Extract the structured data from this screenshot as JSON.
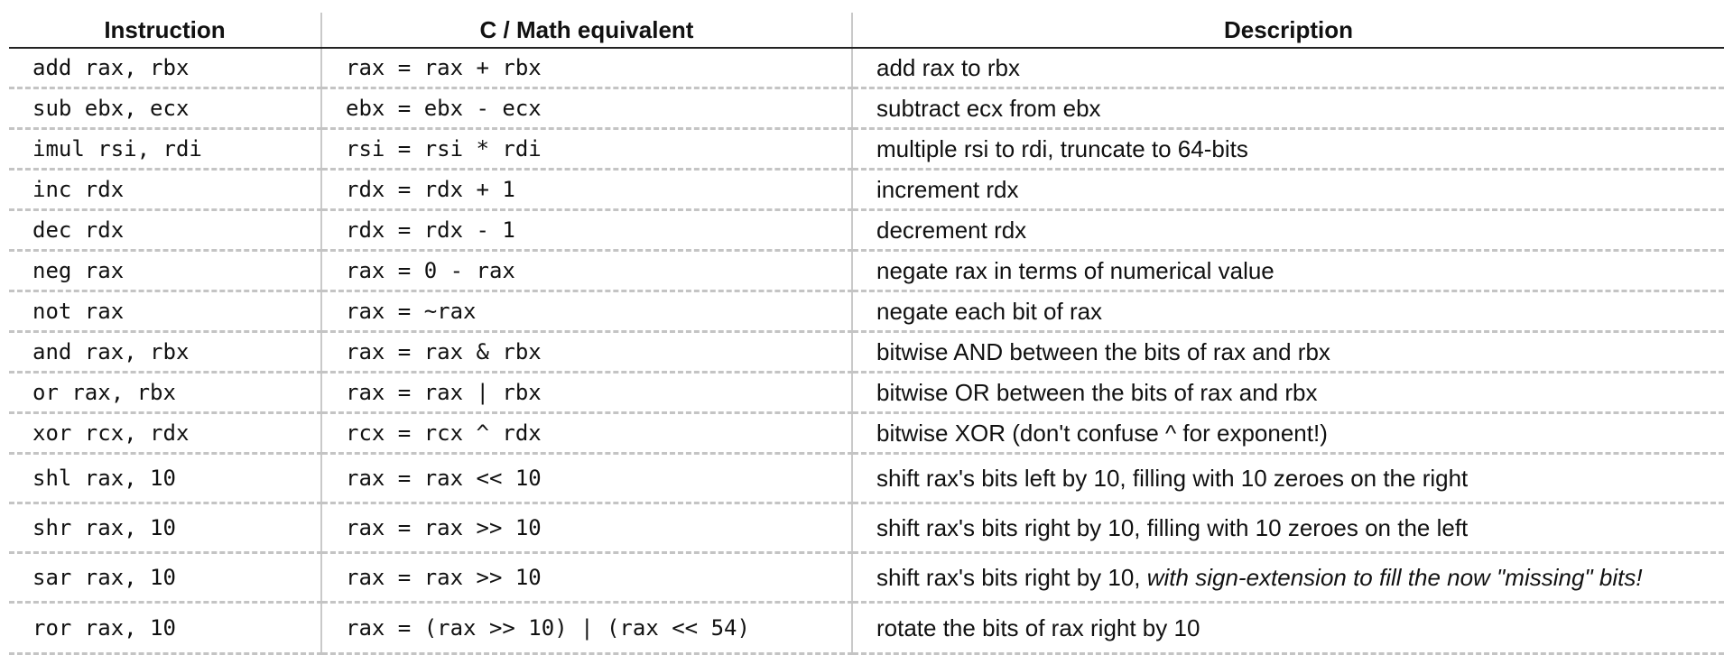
{
  "headers": {
    "instruction": "Instruction",
    "equivalent": "C / Math equivalent",
    "description": "Description"
  },
  "rows": [
    {
      "instruction": "add rax, rbx",
      "equivalent": "rax = rax + rbx",
      "description": "add rax to rbx"
    },
    {
      "instruction": "sub ebx, ecx",
      "equivalent": "ebx = ebx - ecx",
      "description": "subtract ecx from ebx"
    },
    {
      "instruction": "imul rsi, rdi",
      "equivalent": "rsi = rsi * rdi",
      "description": "multiple rsi to rdi, truncate to 64-bits"
    },
    {
      "instruction": "inc rdx",
      "equivalent": "rdx = rdx + 1",
      "description": "increment rdx"
    },
    {
      "instruction": "dec rdx",
      "equivalent": "rdx = rdx - 1",
      "description": "decrement rdx"
    },
    {
      "instruction": "neg rax",
      "equivalent": "rax = 0 - rax",
      "description": "negate rax in terms of numerical value"
    },
    {
      "instruction": "not rax",
      "equivalent": "rax = ~rax",
      "description": "negate each bit of rax"
    },
    {
      "instruction": "and rax, rbx",
      "equivalent": "rax = rax & rbx",
      "description": "bitwise AND between the bits of rax and rbx"
    },
    {
      "instruction": "or rax, rbx",
      "equivalent": "rax = rax | rbx",
      "description": "bitwise OR between the bits of rax and rbx"
    },
    {
      "instruction": "xor rcx, rdx",
      "equivalent": "rcx = rcx ^ rdx",
      "description": "bitwise XOR (don't confuse ^ for exponent!)"
    },
    {
      "instruction": "shl rax, 10",
      "equivalent": "rax = rax << 10",
      "description": "shift rax's bits left by 10, filling with 10 zeroes on the right"
    },
    {
      "instruction": "shr rax, 10",
      "equivalent": "rax = rax >> 10",
      "description": "shift rax's bits right by 10, filling with 10 zeroes on the left"
    },
    {
      "instruction": "sar rax, 10",
      "equivalent": "rax = rax >> 10",
      "description": "shift rax's bits right by 10, ",
      "description_italic": "with sign-extension to fill the now \"missing\" bits!"
    },
    {
      "instruction": "ror rax, 10",
      "equivalent": "rax = (rax >> 10) | (rax << 54)",
      "description": "rotate the bits of rax right by 10"
    }
  ]
}
